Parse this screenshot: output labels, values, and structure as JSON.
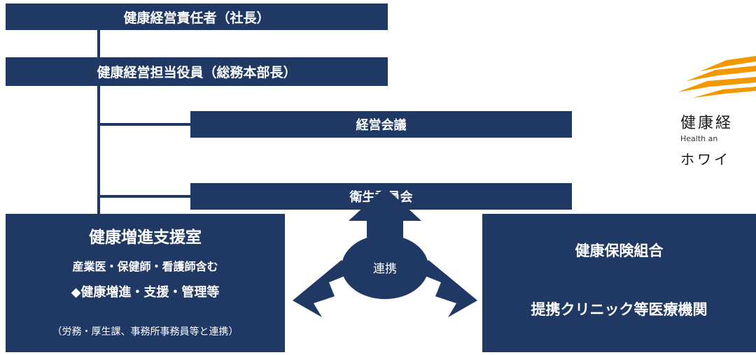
{
  "diagram": {
    "ceo": "健康経営責任者（社長）",
    "officer": "健康経営担当役員（総務本部長）",
    "management_meeting": "経営会議",
    "hygiene_committee": "衛生委員会",
    "support_office": {
      "title": "健康増進支援室",
      "members": "産業医・保健師・看護師含む",
      "duties": "◆健康増進・支援・管理等",
      "note": "（労務・厚生課、事務所事務員等と連携）"
    },
    "partners": {
      "line1": "健康保険組合",
      "line2": "提携クリニック等医療機関"
    },
    "link_label": "連携"
  },
  "logo": {
    "line1": "健康経",
    "line2": "Health an",
    "line3": "ホワイ"
  },
  "colors": {
    "navy": "#1f3864",
    "logo_orange": "#f39800"
  }
}
